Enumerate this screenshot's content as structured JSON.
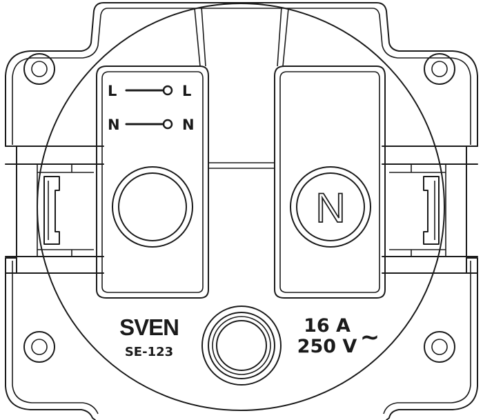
{
  "wiring": {
    "line_left": "L",
    "line_right": "L",
    "neutral_left": "N",
    "neutral_right": "N"
  },
  "neutral_socket_mark": "N",
  "brand": {
    "name": "SVEN",
    "model": "SE-123"
  },
  "rating": {
    "current": "16 A",
    "voltage": "250 V",
    "ac_symbol": "~"
  },
  "colors": {
    "stroke": "#1a1a1a",
    "background": "#ffffff"
  }
}
